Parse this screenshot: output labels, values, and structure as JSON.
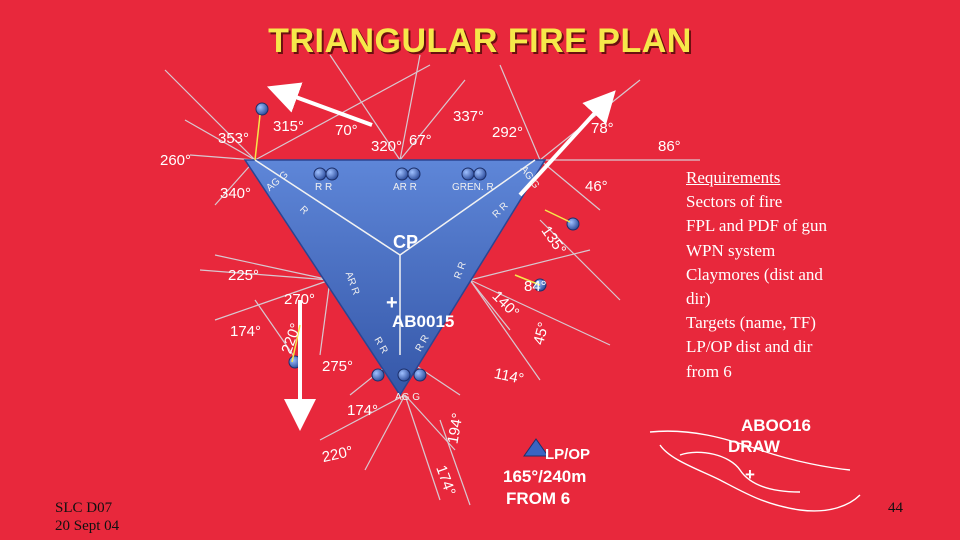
{
  "title": "TRIANGULAR FIRE PLAN",
  "sector_labels": {
    "d315": "315°",
    "d353": "353°",
    "d260": "260°",
    "d340": "340°",
    "d70": "70°",
    "d320": "320°",
    "d67": "67°",
    "d337": "337°",
    "d292": "292°",
    "d78": "78°",
    "d86": "86°",
    "d46": "46°",
    "d225": "225°",
    "d270": "270°",
    "d174a": "174°",
    "d220a": "220°",
    "d275": "275°",
    "d174b": "174°",
    "d220b": "220°",
    "d194": "194°",
    "d174c": "174°",
    "d135": "135°",
    "d84": "84°",
    "d140": "140°",
    "d45": "45°",
    "d114": "114°"
  },
  "positions": {
    "top_left_1": "R",
    "top_left_2": "R",
    "top_center": "AR R",
    "top_right": "GREN. R",
    "left_vert": "AG G",
    "right_vert": "AG G",
    "left_rr": "R R",
    "right_rr": "R R",
    "left_arr": "AR R",
    "right_rr2": "R R",
    "bottom_rr_a": "R R",
    "bottom_rr_b": "R R",
    "bottom_ag": "AG G"
  },
  "center": {
    "cp_label": "CP",
    "ab_label": "AB0015",
    "plus": "+"
  },
  "requirements": {
    "heading": "Requirements",
    "lines": [
      "Sectors of fire",
      "FPL and PDF of gun",
      "WPN system",
      "Claymores (dist and",
      "dir)",
      "Targets (name, TF)",
      "LP/OP dist and dir",
      "from 6"
    ]
  },
  "lpop": {
    "label": "LP/OP",
    "line1": "165°/240m",
    "line2": "FROM 6"
  },
  "draw": {
    "line1": "ABOO16",
    "line2": "DRAW",
    "plus": "+"
  },
  "footer": {
    "slc": "SLC D07",
    "date": "20 Sept 04",
    "page": "44"
  },
  "colors": {
    "background": "#e8283c",
    "title": "#f6e84a",
    "triangle": "#4a72c8",
    "arrow": "#ffffff",
    "dot": "#4a72c8"
  }
}
